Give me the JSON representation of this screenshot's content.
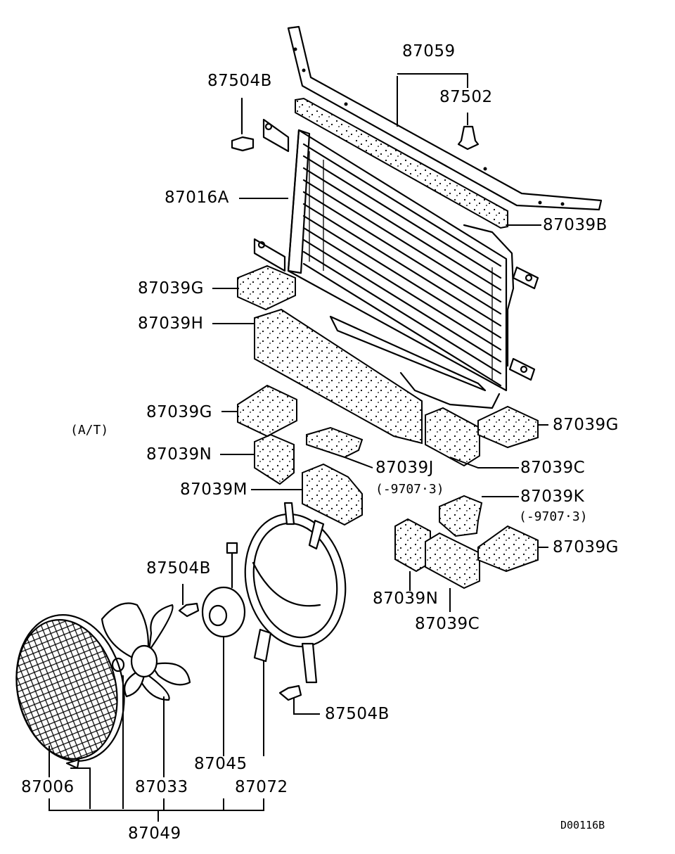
{
  "diagram": {
    "labels": {
      "p87059": "87059",
      "p87504B_top": "87504B",
      "p87502": "87502",
      "p87016A": "87016A",
      "p87039B": "87039B",
      "p87039G_1": "87039G",
      "p87039H": "87039H",
      "p87039G_2": "87039G",
      "p87039G_3": "87039G",
      "p87039N_1": "87039N",
      "p87039J": "87039J",
      "p87039C_1": "87039C",
      "p87039M": "87039M",
      "p87039K": "87039K",
      "p87039G_4": "87039G",
      "p87504B_mid": "87504B",
      "p87039N_2": "87039N",
      "p87039C_2": "87039C",
      "p87504B_bot": "87504B",
      "p87045": "87045",
      "p87006": "87006",
      "p87033": "87033",
      "p87072": "87072",
      "p87049": "87049"
    },
    "notes": {
      "at": "(A/T)",
      "j_range": "(-9707·3)",
      "k_range": "(-9707·3)"
    },
    "drawing_code": "D00116B"
  }
}
